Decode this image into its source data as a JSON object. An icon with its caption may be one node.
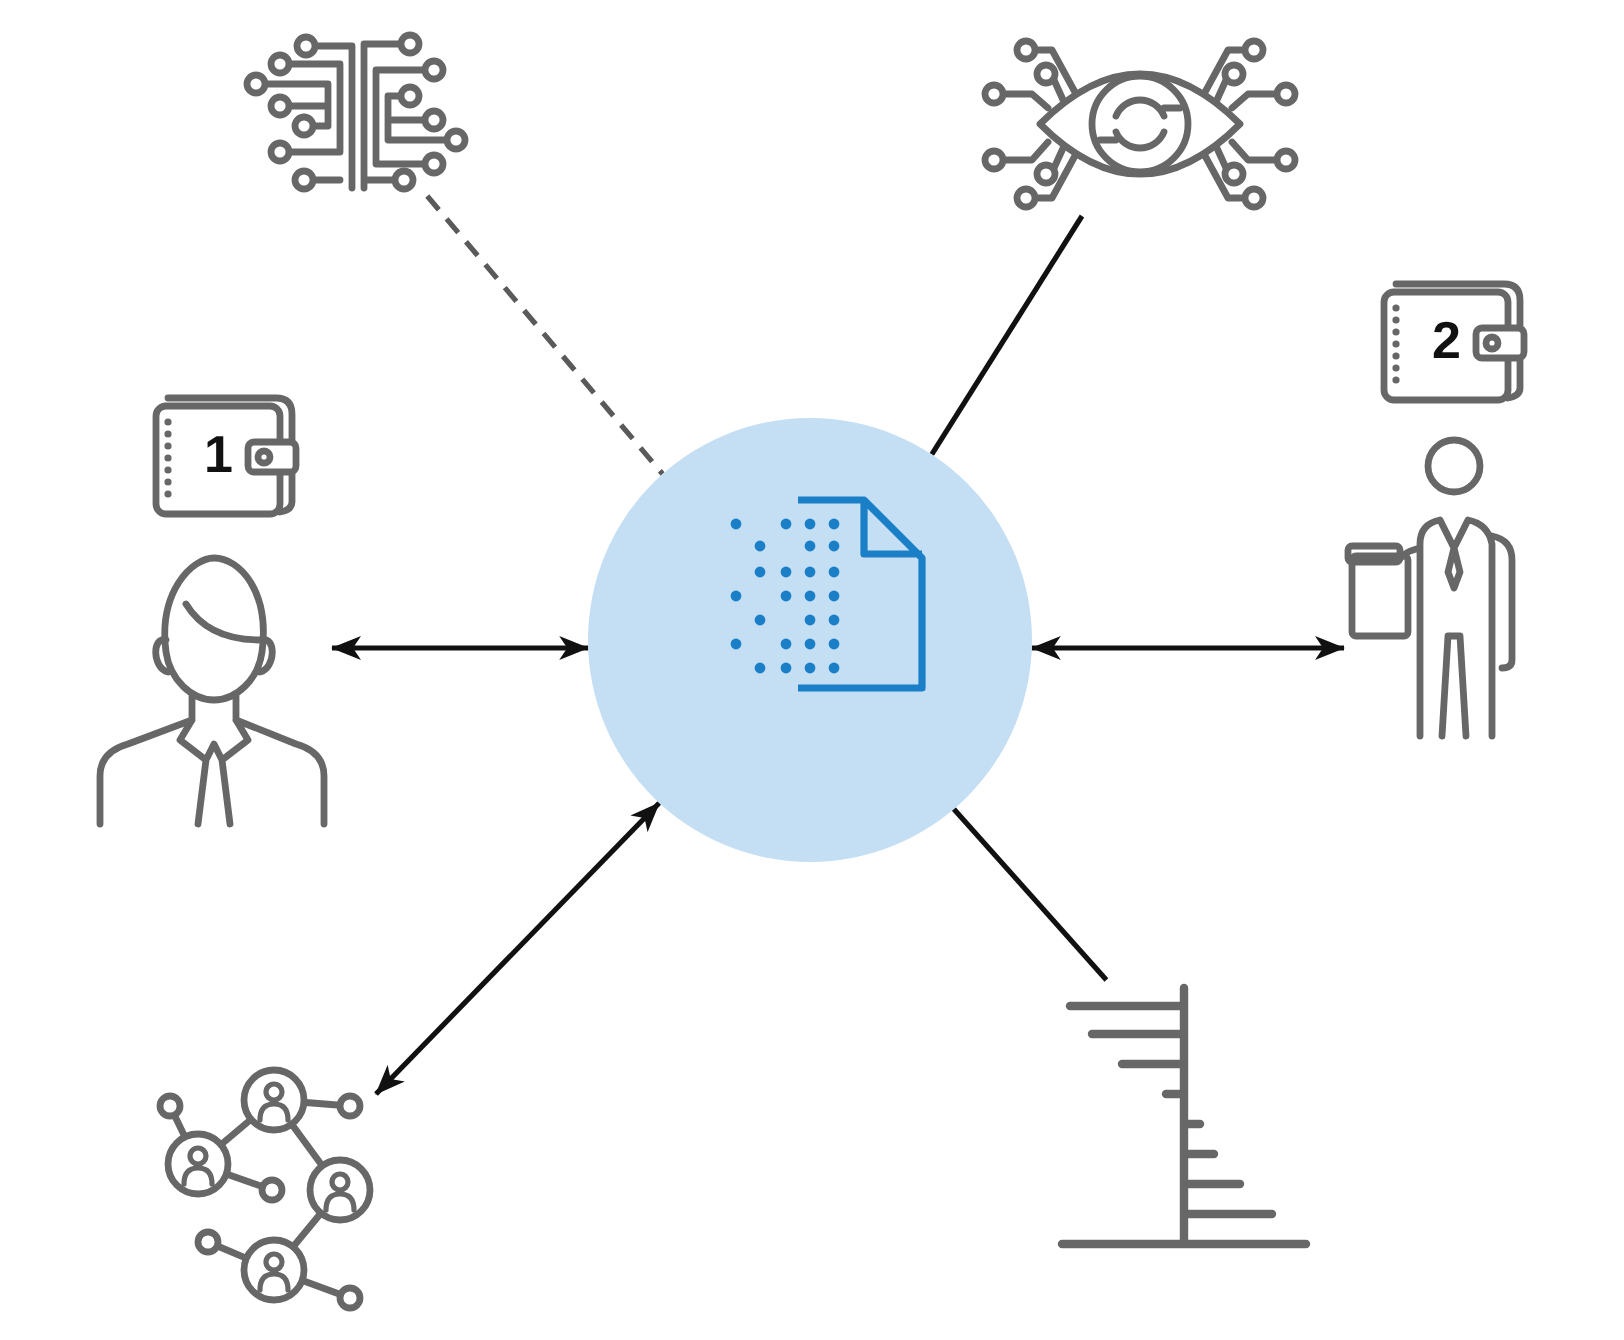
{
  "diagram": {
    "nodes": [
      {
        "text": [],
        "shape": "picture"
      },
      {
        "text": [],
        "shape": "picture"
      },
      {
        "text": [
          "1"
        ]
      },
      {
        "text": [],
        "shape": "person"
      },
      {
        "text": [],
        "shape": "circle"
      },
      {
        "text": [
          "2"
        ]
      },
      {
        "text": [],
        "shape": "person"
      },
      {
        "text": [],
        "shape": "picture"
      },
      {
        "text": [],
        "shape": "picture"
      }
    ],
    "edges": [
      {
        "from": 0,
        "to": 4,
        "arrow": "none",
        "style": "dashed",
        "color": "#5a5a5a"
      },
      {
        "from": 1,
        "to": 4,
        "arrow": "none"
      },
      {
        "from": 3,
        "to": 4,
        "arrow": "both"
      },
      {
        "from": 4,
        "to": 6,
        "arrow": "both"
      },
      {
        "from": 7,
        "to": 4,
        "arrow": "both"
      },
      {
        "from": 4,
        "to": 8,
        "arrow": "none"
      }
    ]
  }
}
